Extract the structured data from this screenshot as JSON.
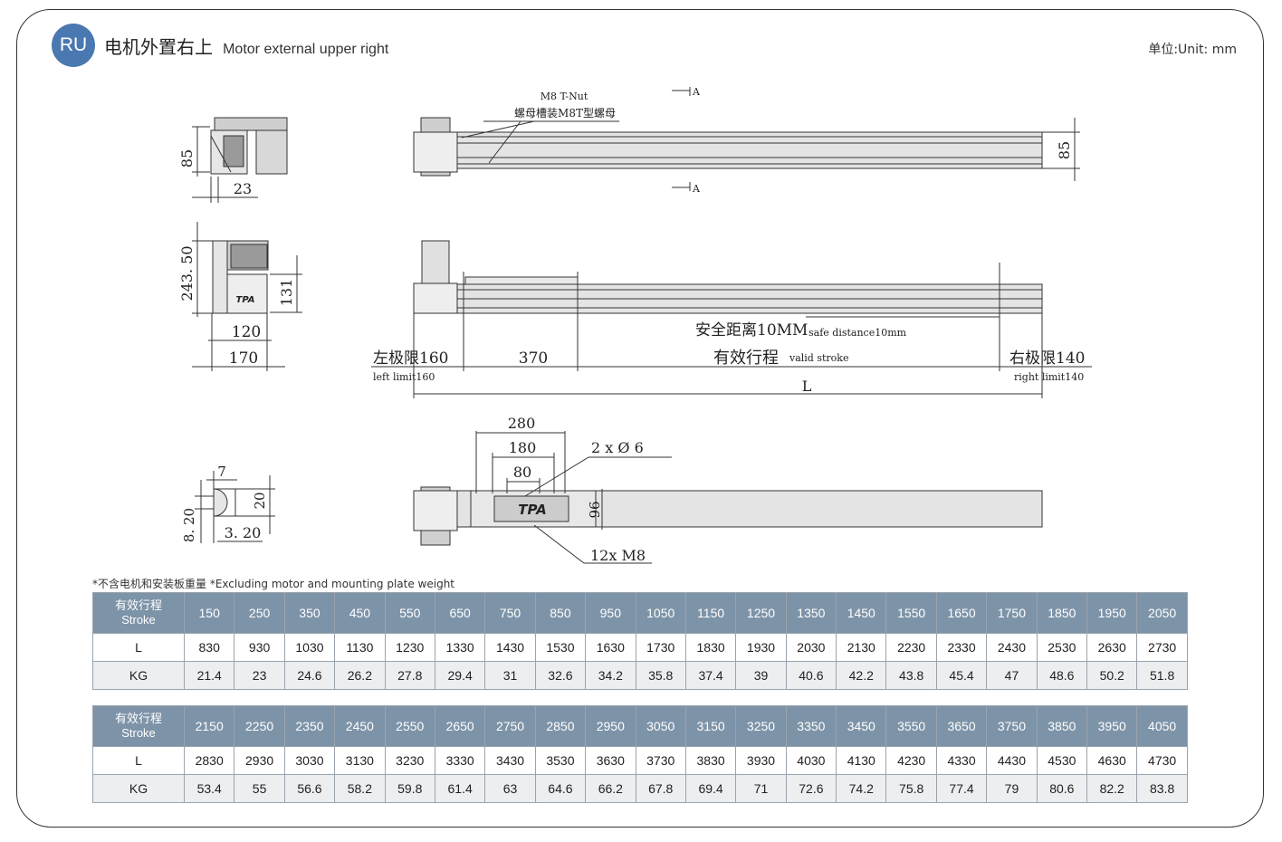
{
  "header": {
    "badge": "RU",
    "title_cn": "电机外置右上",
    "title_en": "Motor external upper right",
    "unit": "单位:Unit: mm"
  },
  "drawing": {
    "dim_85_side": "85",
    "dim_23": "23",
    "dim_24350": "243. 50",
    "dim_131": "131",
    "dim_120": "120",
    "dim_170": "170",
    "dim_7": "7",
    "dim_20": "20",
    "dim_820": "8. 20",
    "dim_320": "3. 20",
    "tnut_en": "M8 T-Nut",
    "tnut_cn": "螺母槽装M8T型螺母",
    "section_a": "A",
    "dim_85_top": "85",
    "safe_cn": "安全距离10MM",
    "safe_en": "safe distance10mm",
    "left_limit_cn": "左极限160",
    "left_limit_en": "left limit160",
    "dim_370": "370",
    "valid_cn": "有效行程",
    "valid_en": "valid stroke",
    "right_limit_cn": "右极限140",
    "right_limit_en": "right limit140",
    "dim_L": "L",
    "dim_280": "280",
    "dim_180": "180",
    "dim_80": "80",
    "holes": "2 x Ø 6",
    "dim_96": "96",
    "threads": "12x  M8",
    "logo": "TPA"
  },
  "note": "*不含电机和安装板重量 *Excluding motor and mounting plate weight",
  "tables": [
    {
      "header_cn": "有效行程",
      "header_en": "Stroke",
      "row_l_label": "L",
      "row_kg_label": "KG",
      "strokes": [
        "150",
        "250",
        "350",
        "450",
        "550",
        "650",
        "750",
        "850",
        "950",
        "1050",
        "1150",
        "1250",
        "1350",
        "1450",
        "1550",
        "1650",
        "1750",
        "1850",
        "1950",
        "2050"
      ],
      "L": [
        "830",
        "930",
        "1030",
        "1130",
        "1230",
        "1330",
        "1430",
        "1530",
        "1630",
        "1730",
        "1830",
        "1930",
        "2030",
        "2130",
        "2230",
        "2330",
        "2430",
        "2530",
        "2630",
        "2730"
      ],
      "KG": [
        "21.4",
        "23",
        "24.6",
        "26.2",
        "27.8",
        "29.4",
        "31",
        "32.6",
        "34.2",
        "35.8",
        "37.4",
        "39",
        "40.6",
        "42.2",
        "43.8",
        "45.4",
        "47",
        "48.6",
        "50.2",
        "51.8"
      ]
    },
    {
      "header_cn": "有效行程",
      "header_en": "Stroke",
      "row_l_label": "L",
      "row_kg_label": "KG",
      "strokes": [
        "2150",
        "2250",
        "2350",
        "2450",
        "2550",
        "2650",
        "2750",
        "2850",
        "2950",
        "3050",
        "3150",
        "3250",
        "3350",
        "3450",
        "3550",
        "3650",
        "3750",
        "3850",
        "3950",
        "4050"
      ],
      "L": [
        "2830",
        "2930",
        "3030",
        "3130",
        "3230",
        "3330",
        "3430",
        "3530",
        "3630",
        "3730",
        "3830",
        "3930",
        "4030",
        "4130",
        "4230",
        "4330",
        "4430",
        "4530",
        "4630",
        "4730"
      ],
      "KG": [
        "53.4",
        "55",
        "56.6",
        "58.2",
        "59.8",
        "61.4",
        "63",
        "64.6",
        "66.2",
        "67.8",
        "69.4",
        "71",
        "72.6",
        "74.2",
        "75.8",
        "77.4",
        "79",
        "80.6",
        "82.2",
        "83.8"
      ]
    }
  ]
}
